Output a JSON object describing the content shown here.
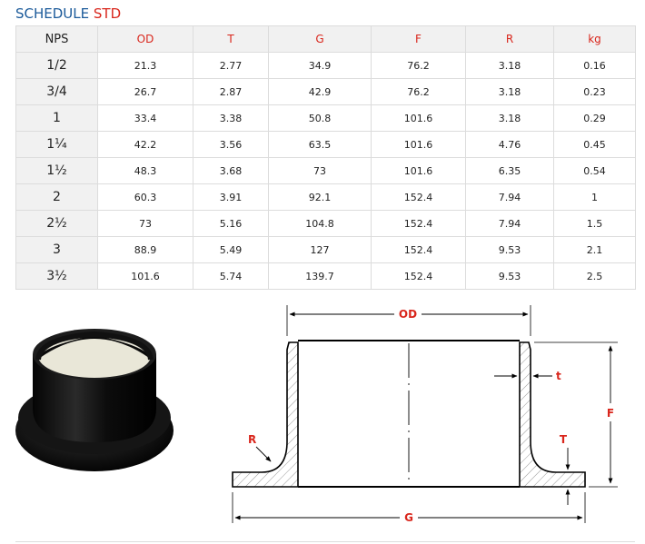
{
  "title": {
    "prefix": "SCHEDULE",
    "accent": "STD"
  },
  "table": {
    "headers": [
      "NPS",
      "OD",
      "T",
      "G",
      "F",
      "R",
      "kg"
    ],
    "rows": [
      [
        "1/2",
        "21.3",
        "2.77",
        "34.9",
        "76.2",
        "3.18",
        "0.16"
      ],
      [
        "3/4",
        "26.7",
        "2.87",
        "42.9",
        "76.2",
        "3.18",
        "0.23"
      ],
      [
        "1",
        "33.4",
        "3.38",
        "50.8",
        "101.6",
        "3.18",
        "0.29"
      ],
      [
        "1¼",
        "42.2",
        "3.56",
        "63.5",
        "101.6",
        "4.76",
        "0.45"
      ],
      [
        "1½",
        "48.3",
        "3.68",
        "73",
        "101.6",
        "6.35",
        "0.54"
      ],
      [
        "2",
        "60.3",
        "3.91",
        "92.1",
        "152.4",
        "7.94",
        "1"
      ],
      [
        "2½",
        "73",
        "5.16",
        "104.8",
        "152.4",
        "7.94",
        "1.5"
      ],
      [
        "3",
        "88.9",
        "5.49",
        "127",
        "152.4",
        "9.53",
        "2.1"
      ],
      [
        "3½",
        "101.6",
        "5.74",
        "139.7",
        "152.4",
        "9.53",
        "2.5"
      ]
    ]
  },
  "diagram": {
    "labels": {
      "od": "OD",
      "t_small": "t",
      "f": "F",
      "r": "R",
      "t_big": "T",
      "g": "G"
    },
    "label_color": "#d9261c"
  }
}
